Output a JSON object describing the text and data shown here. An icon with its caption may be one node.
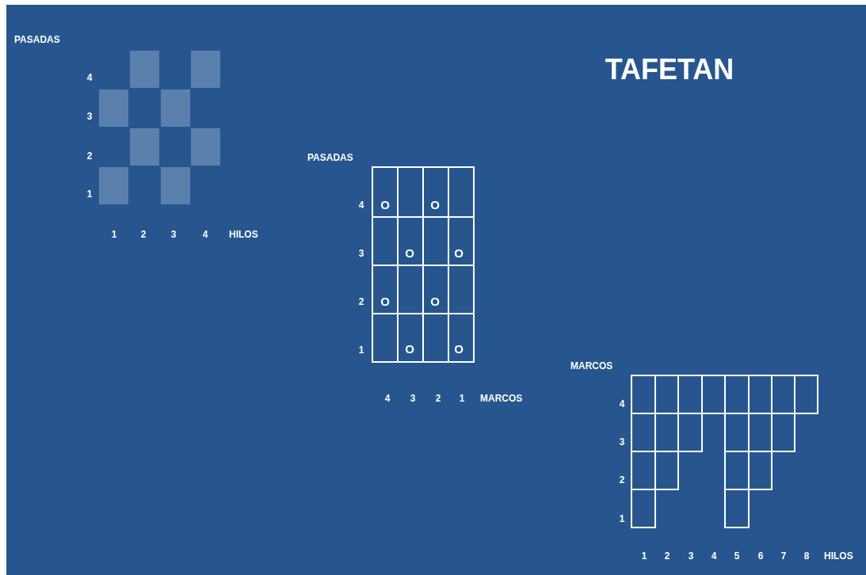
{
  "diagram": {
    "title": "TAFETAN",
    "labels": [
      "PASADAS",
      "4",
      "3",
      "2",
      "1",
      "1",
      "2",
      "3",
      "4",
      "HILOS",
      "PASADAS",
      "4",
      "O",
      "O",
      "3",
      "O",
      "O",
      "2",
      "O",
      "O",
      "1",
      "O",
      "O",
      "4",
      "3",
      "2",
      "1",
      "MARCOS",
      "MARCOS",
      "4",
      "3",
      "2",
      "1",
      "1",
      "2",
      "3",
      "4",
      "5",
      "6",
      "7",
      "8",
      "HILOS"
    ]
  }
}
